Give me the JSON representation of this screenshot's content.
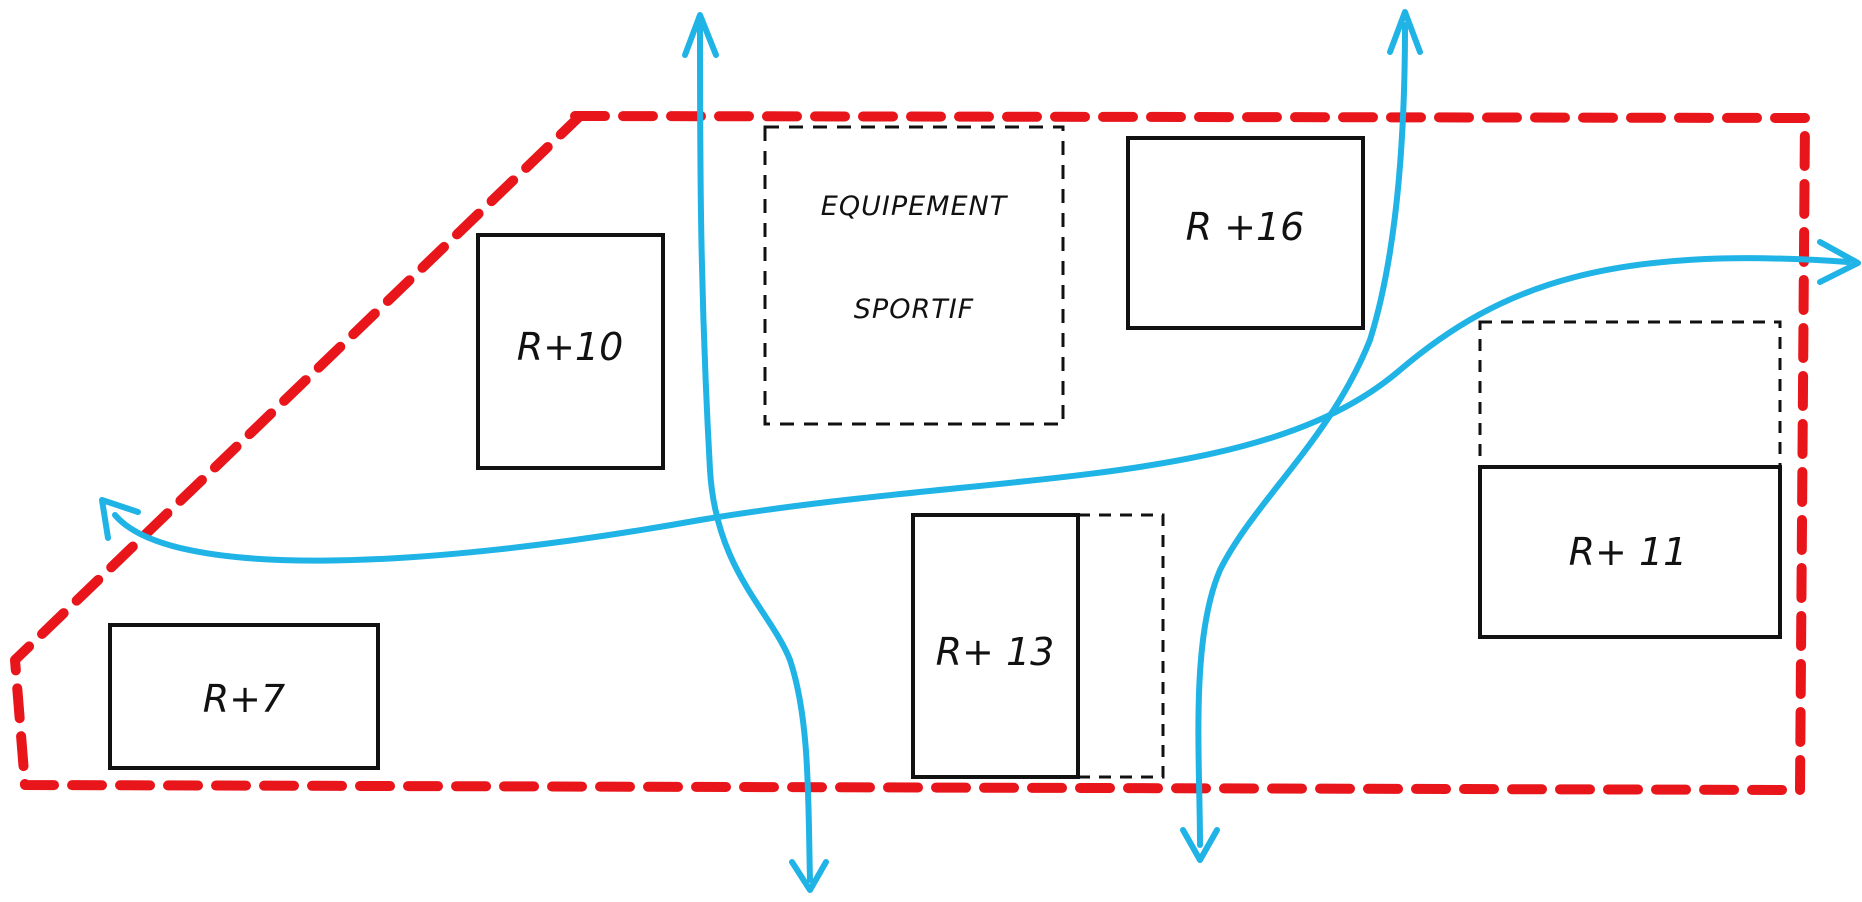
{
  "colors": {
    "site_boundary": "#e8151b",
    "circulation_arrows": "#1fb3e6",
    "ink": "#111111"
  },
  "buildings": [
    {
      "id": "r7",
      "label": "R+7"
    },
    {
      "id": "r10",
      "label": "R+10"
    },
    {
      "id": "r13",
      "label": "R+ 13"
    },
    {
      "id": "r16",
      "label": "R +16"
    },
    {
      "id": "r11",
      "label": "R+ 11"
    }
  ],
  "equipment": {
    "line1": "EQUIPEMENT",
    "line2": "SPORTIF"
  }
}
